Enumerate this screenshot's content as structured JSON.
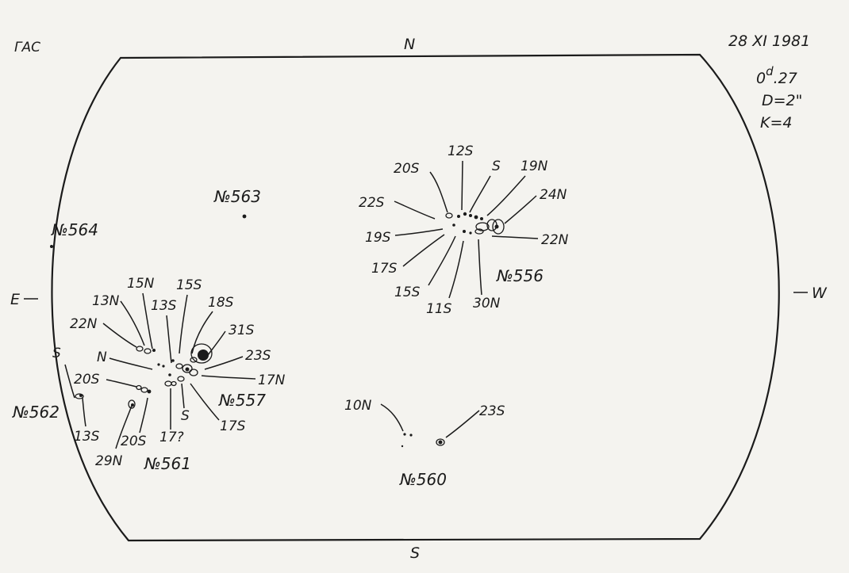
{
  "header": {
    "observatory": "ГАС",
    "date": "28 XI 1981",
    "time_main": "0",
    "time_sup": "d",
    "time_rest": ".27",
    "diameter": "D=2\"",
    "quality": "K=4"
  },
  "directions": {
    "north": "N",
    "south": "S",
    "east": "E",
    "west": "W"
  },
  "regions": {
    "r556": "№556",
    "r557": "№557",
    "r560": "№560",
    "r561": "№561",
    "r562": "№562",
    "r563": "№563",
    "r564": "№564"
  },
  "labels_556": [
    "20S",
    "12S",
    "S",
    "19N",
    "24N",
    "22S",
    "19S",
    "17S",
    "15S",
    "11S",
    "30N",
    "22N"
  ],
  "labels_557": [
    "15N",
    "15S",
    "13N",
    "13S",
    "18S",
    "22N",
    "31S",
    "N",
    "23S",
    "17N",
    "20S",
    "S",
    "13S",
    "20S",
    "29N",
    "17?",
    "S",
    "17S"
  ],
  "labels_560": [
    "10N",
    "23S"
  ]
}
